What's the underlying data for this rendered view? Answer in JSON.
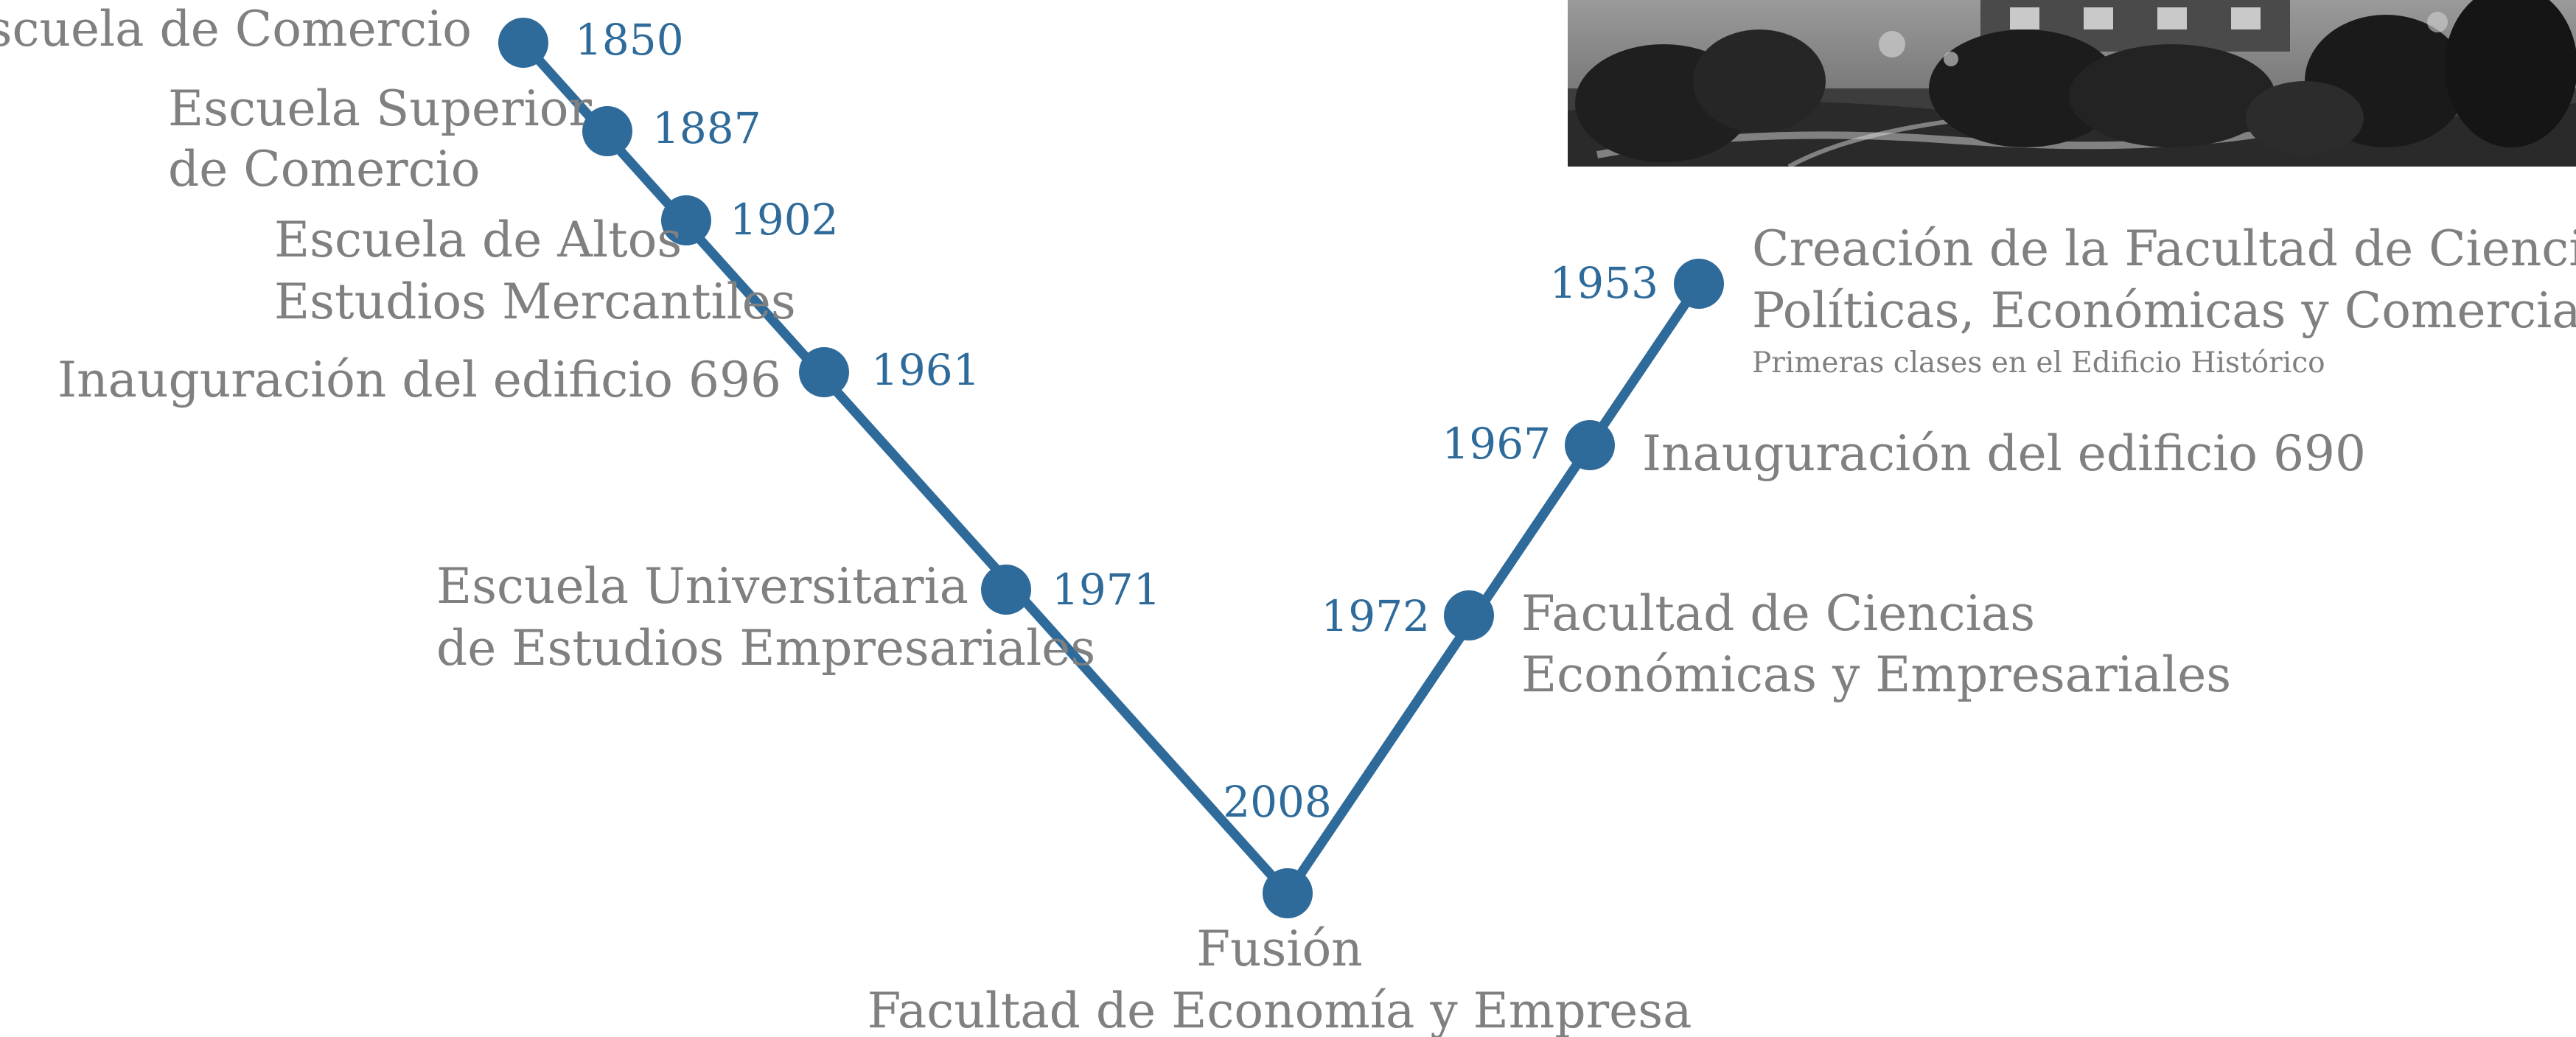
{
  "colors": {
    "line": "#2f6b9a",
    "node": "#2f6b9a",
    "year_text": "#2f6b9a",
    "label_text": "#808080",
    "background": "#ffffff"
  },
  "photo": {
    "description_icon": "historic-building-photo",
    "style": "black-and-white"
  },
  "timeline": {
    "left_branch": [
      {
        "year": "1850",
        "lines": [
          "Escuela de Comercio"
        ]
      },
      {
        "year": "1887",
        "lines": [
          "Escuela Superior",
          "de Comercio"
        ]
      },
      {
        "year": "1902",
        "lines": [
          "Escuela de Altos",
          "Estudios Mercantiles"
        ]
      },
      {
        "year": "1961",
        "lines": [
          "Inauguración del edificio 696"
        ]
      },
      {
        "year": "1971",
        "lines": [
          "Escuela Universitaria",
          "de Estudios Empresariales"
        ]
      }
    ],
    "merge": {
      "year": "2008",
      "lines": [
        "Fusión",
        "Facultad de Economía y Empresa"
      ]
    },
    "right_branch": [
      {
        "year": "1972",
        "lines": [
          "Facultad de Ciencias",
          "Económicas y Empresariales"
        ]
      },
      {
        "year": "1967",
        "lines": [
          "Inauguración del edificio 690"
        ]
      },
      {
        "year": "1953",
        "lines": [
          "Creación de la Facultad de Ciencias",
          "Políticas, Económicas y Comerciales"
        ],
        "note": "Primeras clases en el Edificio Histórico"
      }
    ]
  }
}
